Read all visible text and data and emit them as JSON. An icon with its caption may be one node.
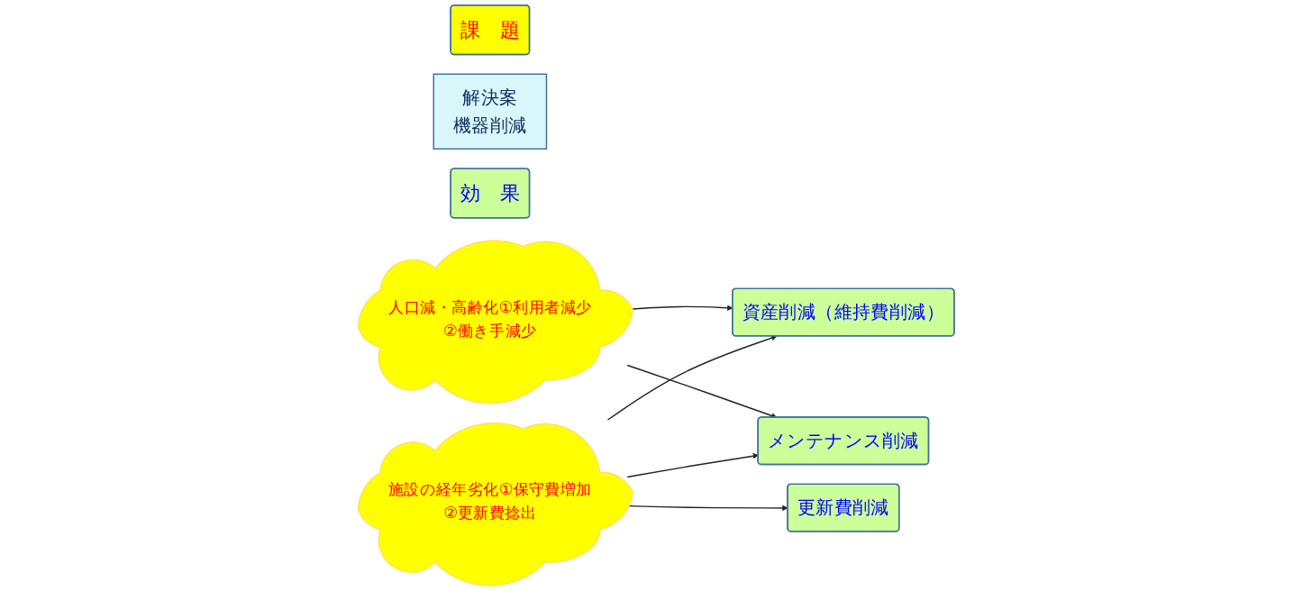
{
  "diagram": {
    "nodes": [
      {
        "text": [
          "課　題"
        ]
      },
      {
        "text": [
          "解決案",
          "機器削減"
        ]
      },
      {
        "text": [
          "効　果"
        ]
      },
      {
        "text": [
          "人口減・高齢化①利用者減少②働き手減少"
        ]
      },
      {
        "text": [
          "資産削減（維持費削減）"
        ]
      },
      {
        "text": [
          "メンテナンス削減"
        ]
      },
      {
        "text": [
          "施設の経年劣化①保守費増加②更新費捻出"
        ]
      },
      {
        "text": [
          "更新費削減"
        ]
      }
    ],
    "edges": [
      {
        "from": 3,
        "to": 4,
        "arrow": "to"
      },
      {
        "from": 3,
        "to": 5,
        "arrow": "to"
      },
      {
        "from": 6,
        "to": 4,
        "arrow": "to"
      },
      {
        "from": 6,
        "to": 5,
        "arrow": "to"
      },
      {
        "from": 6,
        "to": 7,
        "arrow": "to"
      }
    ]
  }
}
